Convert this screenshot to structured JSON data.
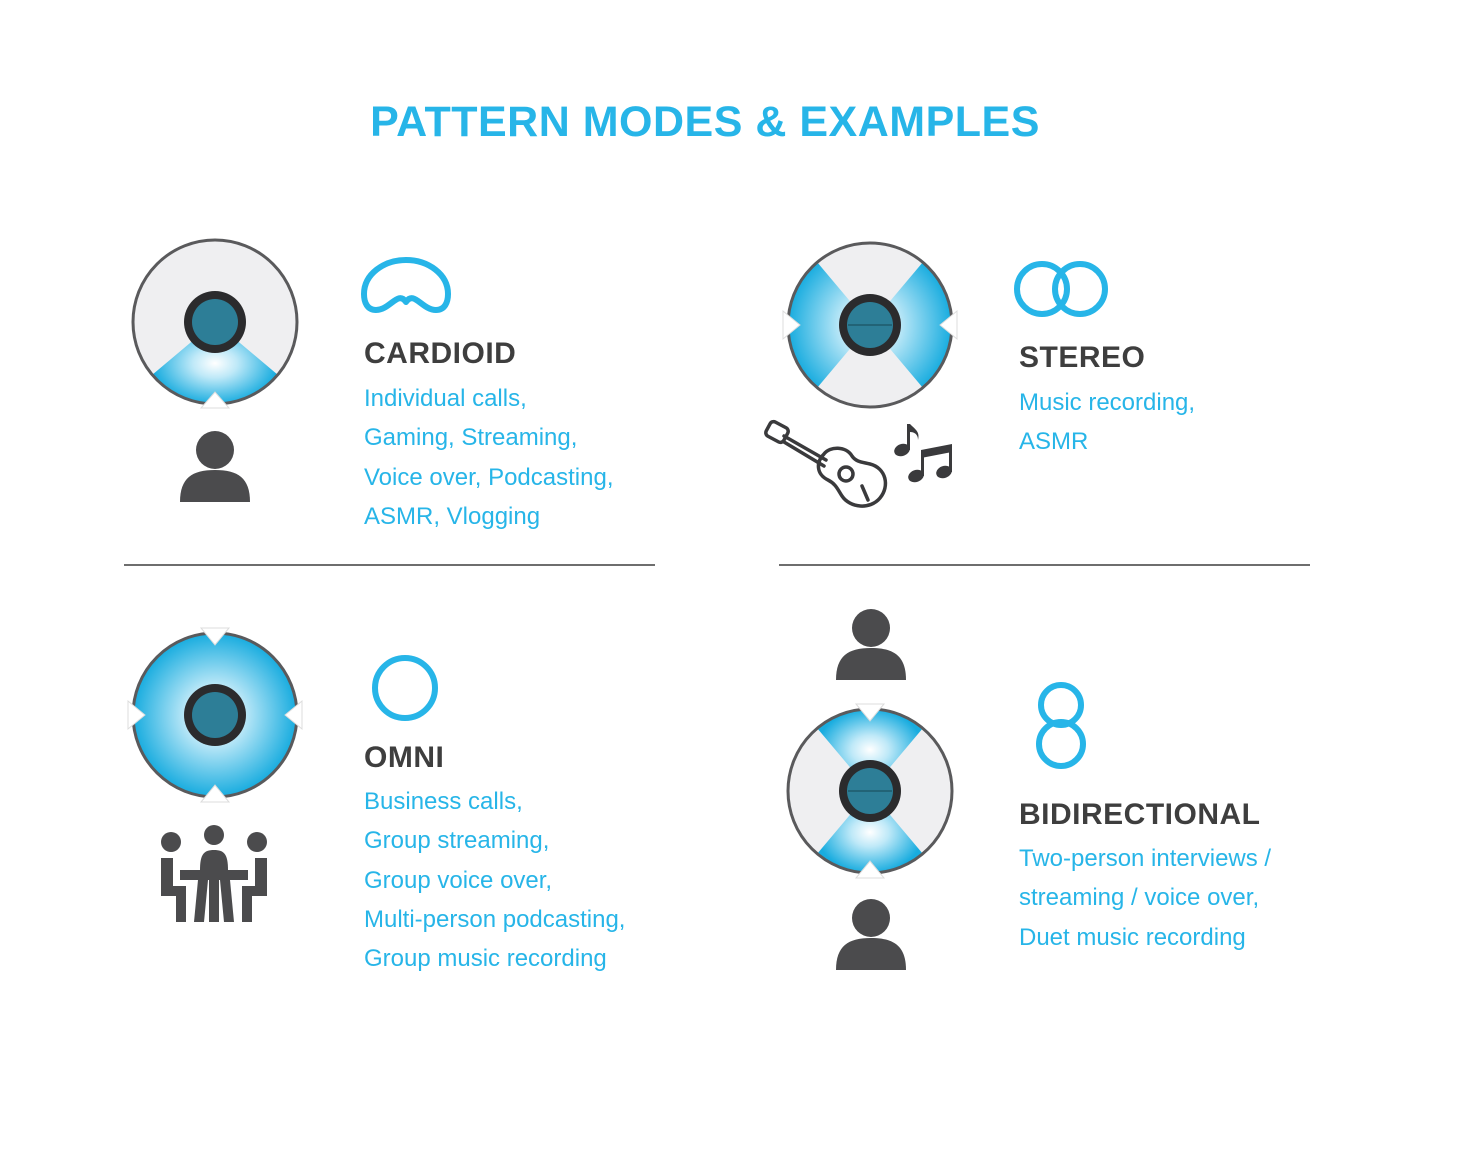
{
  "colors": {
    "accent": "#27b5e8",
    "dark": "#4b4b4d",
    "ring": "#5a5a5c",
    "capsule": "#2d7e97",
    "light": "#efeff1"
  },
  "title": "PATTERN MODES & EXAMPLES",
  "modes": {
    "cardioid": {
      "name": "CARDIOID",
      "examples": [
        "Individual calls,",
        "Gaming, Streaming,",
        "Voice over, Podcasting,",
        "ASMR, Vlogging"
      ],
      "icons": [
        "cardioid-pattern-icon",
        "person-icon"
      ]
    },
    "stereo": {
      "name": "STEREO",
      "examples": [
        "Music recording,",
        "ASMR"
      ],
      "icons": [
        "stereo-pattern-icon",
        "guitar-icon",
        "music-notes-icon"
      ]
    },
    "omni": {
      "name": "OMNI",
      "examples": [
        "Business calls,",
        "Group streaming,",
        "Group voice over,",
        "Multi-person podcasting,",
        "Group music recording"
      ],
      "icons": [
        "omni-pattern-icon",
        "group-meeting-icon"
      ]
    },
    "bidirectional": {
      "name": "BIDIRECTIONAL",
      "examples": [
        "Two-person interviews /",
        "streaming / voice over,",
        "Duet music recording"
      ],
      "icons": [
        "bidirectional-pattern-icon",
        "person-icon",
        "person-icon"
      ]
    }
  }
}
